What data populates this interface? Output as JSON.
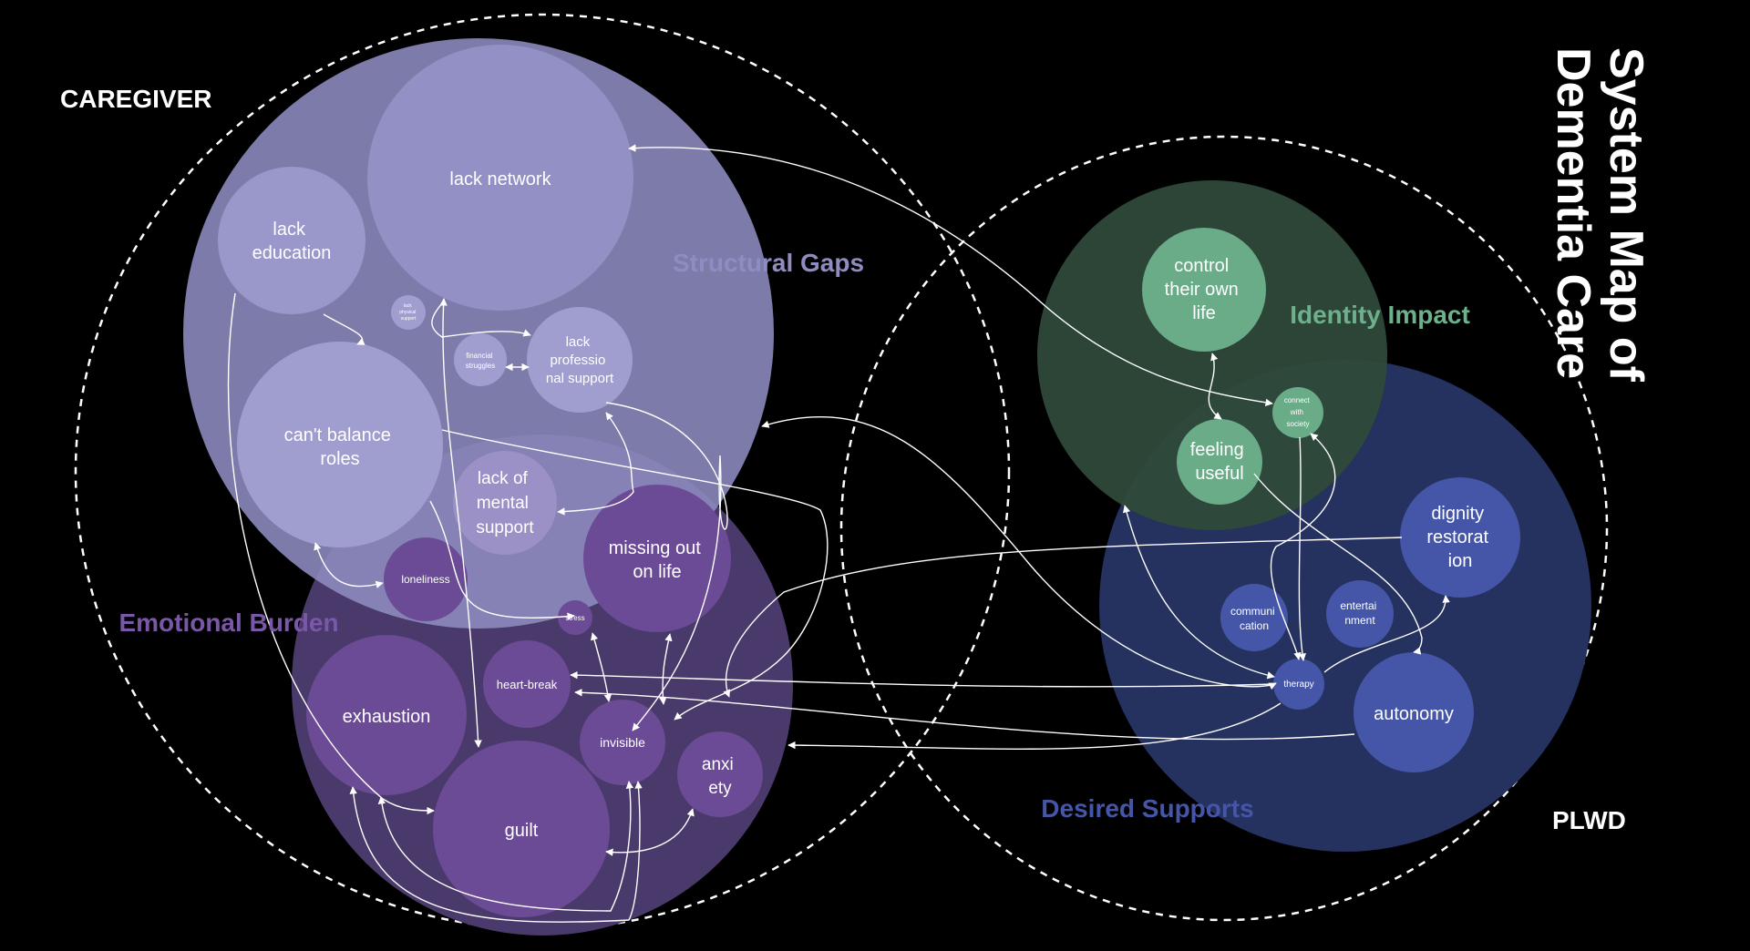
{
  "title": [
    "System Map of",
    "Dementia Care"
  ],
  "side_labels": {
    "caregiver": "CAREGIVER",
    "plwd": "PLWD"
  },
  "colors": {
    "background": "#000000",
    "structural_gaps": "#8e8cc0",
    "structural_gaps_label": "#8e8cc0",
    "emotional_burden": "#4a3a6b",
    "emotional_burden_label": "#7a57a8",
    "identity_impact": "#2f4a3a",
    "identity_impact_label": "#6fb08c",
    "desired_supports": "#25315e",
    "desired_supports_label": "#4556a8",
    "text": "#ffffff",
    "connector": "#ffffff"
  },
  "clusters": [
    {
      "id": "structural_gaps",
      "label": "Structural Gaps"
    },
    {
      "id": "emotional_burden",
      "label": "Emotional Burden"
    },
    {
      "id": "identity_impact",
      "label": "Identity Impact"
    },
    {
      "id": "desired_supports",
      "label": "Desired Supports"
    }
  ],
  "nodes": [
    {
      "id": "lack_network",
      "lines": [
        "lack network"
      ],
      "cluster": "structural_gaps"
    },
    {
      "id": "lack_education",
      "lines": [
        "lack",
        "education"
      ],
      "cluster": "structural_gaps"
    },
    {
      "id": "cant_balance_roles",
      "lines": [
        "can't balance",
        "roles"
      ],
      "cluster": "structural_gaps"
    },
    {
      "id": "lack_physical_support",
      "lines": [
        "lack",
        "physical",
        "support"
      ],
      "cluster": "structural_gaps"
    },
    {
      "id": "financial_struggles",
      "lines": [
        "financial",
        "struggles"
      ],
      "cluster": "structural_gaps"
    },
    {
      "id": "lack_professional_support",
      "lines": [
        "lack",
        "professio",
        "nal support"
      ],
      "cluster": "structural_gaps"
    },
    {
      "id": "lack_mental_support",
      "lines": [
        "lack of",
        "mental",
        "support"
      ],
      "cluster": "structural_gaps"
    },
    {
      "id": "loneliness",
      "lines": [
        "loneliness"
      ],
      "cluster": "emotional_burden"
    },
    {
      "id": "missing_out",
      "lines": [
        "missing out",
        "on life"
      ],
      "cluster": "emotional_burden"
    },
    {
      "id": "stress",
      "lines": [
        "stress"
      ],
      "cluster": "emotional_burden"
    },
    {
      "id": "exhaustion",
      "lines": [
        "exhaustion"
      ],
      "cluster": "emotional_burden"
    },
    {
      "id": "heart_break",
      "lines": [
        "heart-break"
      ],
      "cluster": "emotional_burden"
    },
    {
      "id": "invisible",
      "lines": [
        "invisible"
      ],
      "cluster": "emotional_burden"
    },
    {
      "id": "anxiety",
      "lines": [
        "anxi",
        "ety"
      ],
      "cluster": "emotional_burden"
    },
    {
      "id": "guilt",
      "lines": [
        "guilt"
      ],
      "cluster": "emotional_burden"
    },
    {
      "id": "control_own_life",
      "lines": [
        "control",
        "their own",
        "life"
      ],
      "cluster": "identity_impact"
    },
    {
      "id": "feeling_useful",
      "lines": [
        "feeling",
        "useful"
      ],
      "cluster": "identity_impact"
    },
    {
      "id": "connect_society",
      "lines": [
        "connect",
        "with",
        "society"
      ],
      "cluster": "identity_impact"
    },
    {
      "id": "dignity_restoration",
      "lines": [
        "dignity",
        "restorat",
        "ion"
      ],
      "cluster": "desired_supports"
    },
    {
      "id": "communication",
      "lines": [
        "communi",
        "cation"
      ],
      "cluster": "desired_supports"
    },
    {
      "id": "entertainment",
      "lines": [
        "entertai",
        "nment"
      ],
      "cluster": "desired_supports"
    },
    {
      "id": "therapy",
      "lines": [
        "therapy"
      ],
      "cluster": "desired_supports"
    },
    {
      "id": "autonomy",
      "lines": [
        "autonomy"
      ],
      "cluster": "desired_supports"
    }
  ]
}
